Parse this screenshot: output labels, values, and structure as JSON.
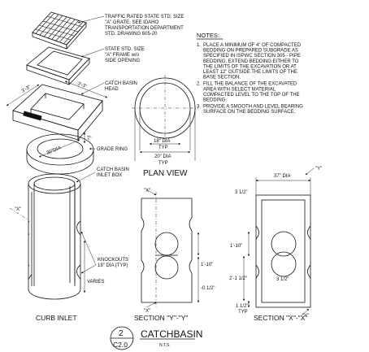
{
  "callouts": {
    "grate": [
      "TRAFFIC RATED STATE STD. SIZE",
      "\"A\" GRATE.  SEE IDAHO",
      "TRANSPORTATION DEPARTMENT",
      "STD. DRAWING 605-20"
    ],
    "frame": [
      "STATE STD. SIZE",
      "\"A\" FRAME w/o",
      "SIDE OPENING"
    ],
    "head": [
      "CATCH BASIN",
      "HEAD"
    ],
    "grade_ring": "GRADE RING",
    "inlet_box": [
      "CATCH BASIN",
      "INLET BOX"
    ],
    "knockouts": [
      "KNOCKOUTS",
      "18\" DIA (TYP)"
    ],
    "varies": "VARIES"
  },
  "dims": {
    "head_left": "3'-3\"",
    "head_right": "3'-3\"",
    "ring_dia": "30\"DIA",
    "seven": "7\"",
    "plan_18": "18\" DIA",
    "plan_typ1": "TYP",
    "plan_20": "20\" DIA",
    "plan_typ2": "TYP",
    "secy_110": "1'-10\"",
    "secy_0112": "-0 1/2\"",
    "secx_37": "37\" DIA",
    "secx_312a": "3 1/2\"",
    "secx_110": "1'-10\"",
    "secx_2112": "2'-1 1/2\"",
    "secx_312b": "3 1/2\"",
    "secx_112": "1 1/2\"",
    "secx_typ": "TYP"
  },
  "markers": {
    "x": "\"X\"",
    "y": "\"Y\""
  },
  "labels": {
    "plan_view": "PLAN VIEW",
    "curb_inlet": "CURB INLET",
    "section_yy": "SECTION \"Y\"-\"Y\"",
    "section_xx": "SECTION \"X\"-\"X\""
  },
  "notes": {
    "heading": "NOTES:",
    "items": [
      [
        "1.",
        "PLACE A MINIMUM OF 4\" OF COMPACTED",
        "BEDDING ON PREPARED SUBGRADE AS",
        "SPECIFIED IN ISPWC SECTION 305 - PIPE",
        "BEDDING. EXTEND BEDDING EITHER TO",
        "THE LIMITS OF THE EXCAVATION OR AT",
        "LEAST 12\" OUTSIDE THE LIMITS OF THE",
        "BASE SECTION."
      ],
      [
        "2.",
        "FILL THE BALANCE OF THE EXCAVATED",
        "AREA WITH SELECT MATERIAL",
        "COMPACTED LEVEL TO THE TOP OF THE",
        "BEDDING."
      ],
      [
        "3.",
        "PROVIDE A SMOOTH AND LEVEL BEARING",
        "SURFACE ON THE BEDDING SURFACE."
      ]
    ]
  },
  "title_block": {
    "detail_number": "2",
    "sheet": "C2.0",
    "title": "CATCHBASIN",
    "scale": "N.T.S."
  }
}
